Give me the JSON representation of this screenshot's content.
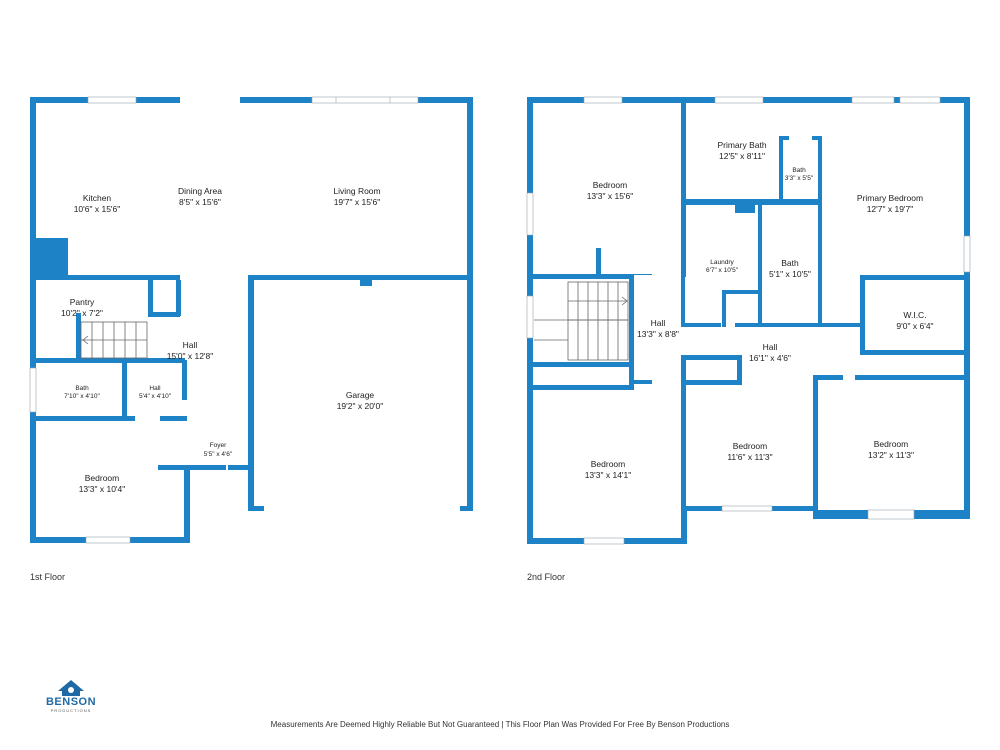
{
  "floors": [
    {
      "label": "1st Floor",
      "rooms": [
        {
          "name": "Kitchen",
          "dims": "10'6\" x 15'6\""
        },
        {
          "name": "Dining Area",
          "dims": "8'5\" x 15'6\""
        },
        {
          "name": "Living Room",
          "dims": "19'7\" x 15'6\""
        },
        {
          "name": "Pantry",
          "dims": "10'2\" x 7'2\""
        },
        {
          "name": "Hall",
          "dims": "15'0\" x 12'8\""
        },
        {
          "name": "Bath",
          "dims": "7'10\" x 4'10\""
        },
        {
          "name": "Hall",
          "dims": "5'4\" x 4'10\""
        },
        {
          "name": "Foyer",
          "dims": "5'5\" x 4'6\""
        },
        {
          "name": "Garage",
          "dims": "19'2\" x 20'0\""
        },
        {
          "name": "Bedroom",
          "dims": "13'3\" x 10'4\""
        }
      ]
    },
    {
      "label": "2nd Floor",
      "rooms": [
        {
          "name": "Bedroom",
          "dims": "13'3\" x 15'6\""
        },
        {
          "name": "Primary Bath",
          "dims": "12'5\" x 8'11\""
        },
        {
          "name": "Bath",
          "dims": "3'3\" x 5'5\""
        },
        {
          "name": "Primary Bedroom",
          "dims": "12'7\" x 19'7\""
        },
        {
          "name": "Laundry",
          "dims": "6'7\" x 10'5\""
        },
        {
          "name": "Bath",
          "dims": "5'1\" x 10'5\""
        },
        {
          "name": "W.I.C.",
          "dims": "9'0\" x 6'4\""
        },
        {
          "name": "Hall",
          "dims": "13'3\" x 8'8\""
        },
        {
          "name": "Hall",
          "dims": "16'1\" x 4'6\""
        },
        {
          "name": "Bedroom",
          "dims": "13'3\" x 14'1\""
        },
        {
          "name": "Bedroom",
          "dims": "11'6\" x 11'3\""
        },
        {
          "name": "Bedroom",
          "dims": "13'2\" x 11'3\""
        }
      ]
    }
  ],
  "logo": {
    "brand": "BENSON",
    "sub": "PRODUCTIONS"
  },
  "footer": "Measurements Are Deemed Highly Reliable But Not Guaranteed | This Floor Plan Was Provided For Free By Benson Productions",
  "colors": {
    "wall": "#1e82c6",
    "logo": "#1f6aa5"
  }
}
